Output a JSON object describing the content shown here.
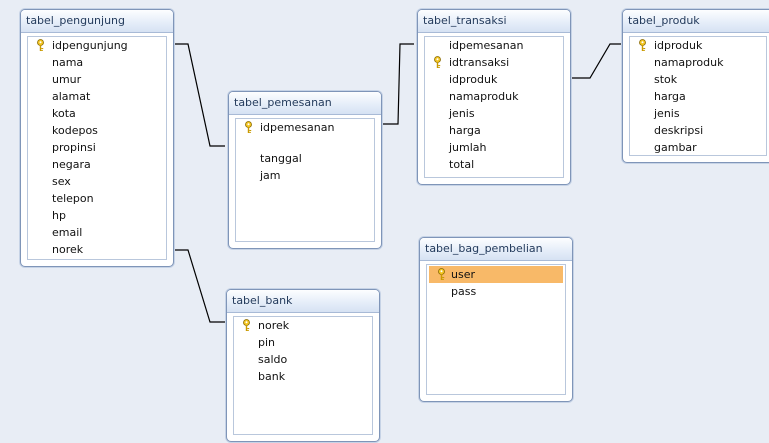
{
  "tables": {
    "pengunjung": {
      "title": "tabel_pengunjung",
      "fields": [
        "idpengunjung",
        "nama",
        "umur",
        "alamat",
        "kota",
        "kodepos",
        "propinsi",
        "negara",
        "sex",
        "telepon",
        "hp",
        "email",
        "norek"
      ]
    },
    "pemesanan": {
      "title": "tabel_pemesanan",
      "fields": [
        "idpemesanan",
        "tanggal",
        "jam"
      ]
    },
    "transaksi": {
      "title": "tabel_transaksi",
      "fields": [
        "idpemesanan",
        "idtransaksi",
        "idproduk",
        "namaproduk",
        "jenis",
        "harga",
        "jumlah",
        "total"
      ]
    },
    "produk": {
      "title": "tabel_produk",
      "fields": [
        "idproduk",
        "namaproduk",
        "stok",
        "harga",
        "jenis",
        "deskripsi",
        "gambar"
      ]
    },
    "bag_pembelian": {
      "title": "tabel_bag_pembelian",
      "fields": [
        "user",
        "pass"
      ]
    },
    "bank": {
      "title": "tabel_bank",
      "fields": [
        "norek",
        "pin",
        "saldo",
        "bank"
      ]
    }
  },
  "icons": {
    "primary_key": "key-icon"
  },
  "colors": {
    "background": "#e8edf5",
    "title_bar": "#dbe6f5",
    "selected_row": "#f8b968",
    "relationship_line": "#000000"
  }
}
